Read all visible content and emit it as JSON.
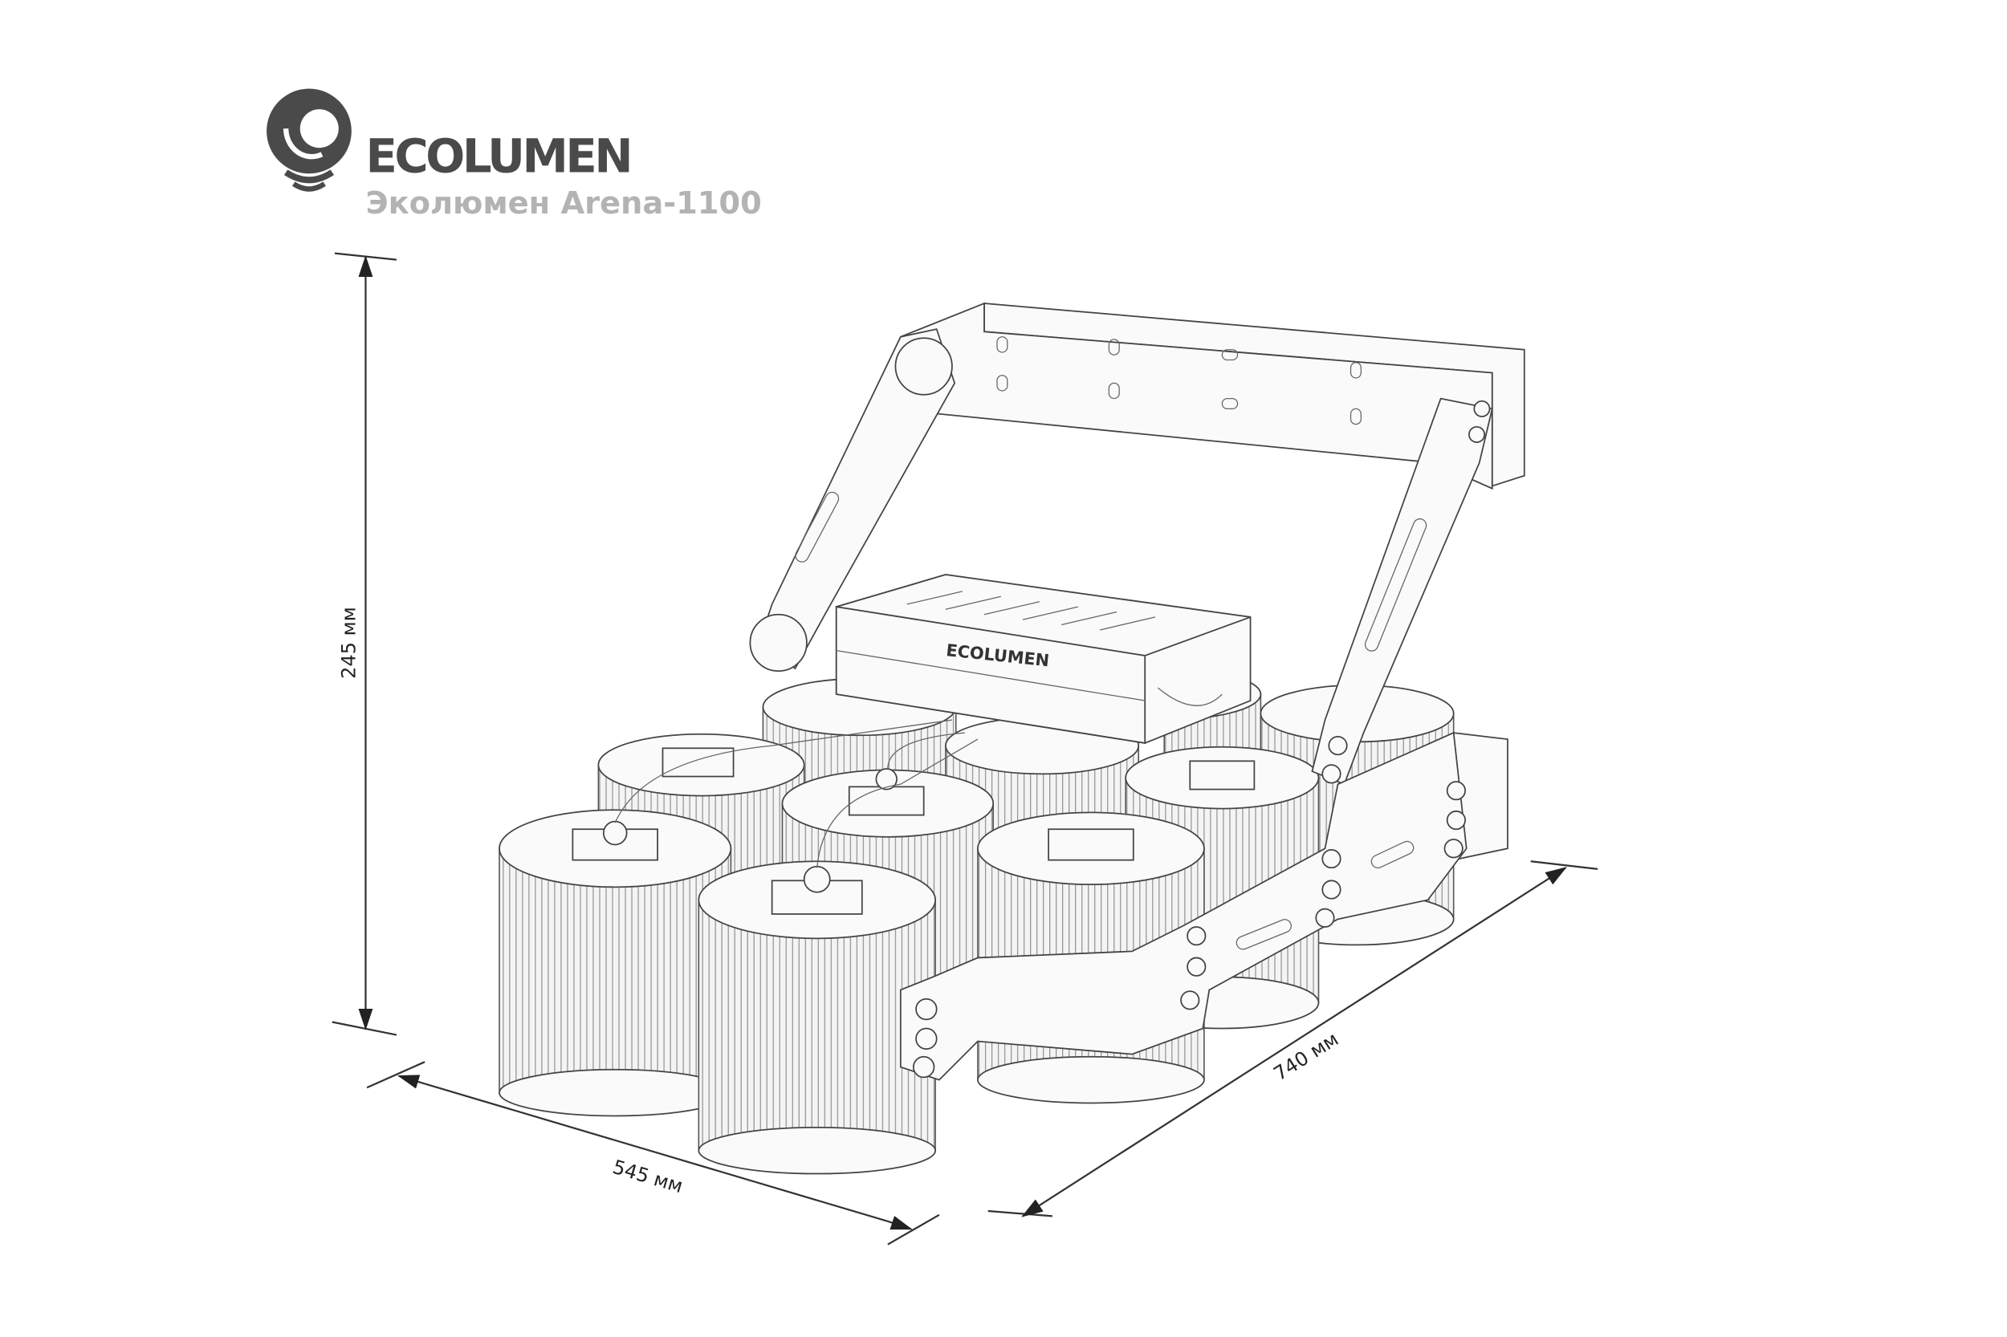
{
  "logo": {
    "brand": "ECOLUMEN",
    "subtitle": "Эколюмен Arena-1100"
  },
  "product": {
    "box_label": "ECOLUMEN"
  },
  "dimensions": {
    "height": "245 мм",
    "width": "545 мм",
    "length": "740 мм"
  },
  "colors": {
    "brand": "#4a4a4a",
    "subtitle": "#b3b3b3",
    "line": "#333333"
  }
}
